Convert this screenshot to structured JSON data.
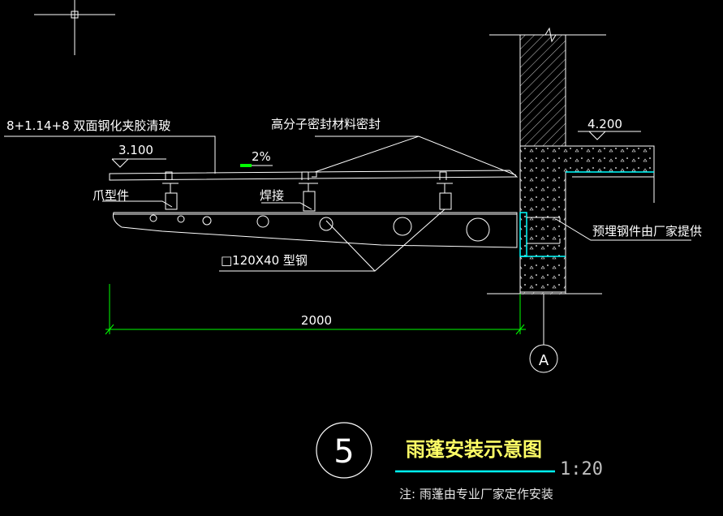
{
  "drawing": {
    "glass_spec": "8+1.14+8 双面钢化夹胶清玻",
    "sealant_label": "高分子密封材料密封",
    "elevation_canopy": "3.100",
    "elevation_floor": "4.200",
    "slope": "2%",
    "claw_label": "爪型件",
    "weld_label": "焊接",
    "embed_label": "预埋钢件由厂家提供",
    "steel_label": "□120X40 型钢",
    "dimension": "2000",
    "axis_label": "A"
  },
  "title_block": {
    "number": "5",
    "title": "雨蓬安装示意图",
    "scale": "1:20",
    "note": "注: 雨蓬由专业厂家定作安装"
  },
  "colors": {
    "background": "#000000",
    "linework": "#ffffff",
    "dimension": "#00ff00",
    "accent": "#00ffff",
    "title": "#ffff66"
  }
}
